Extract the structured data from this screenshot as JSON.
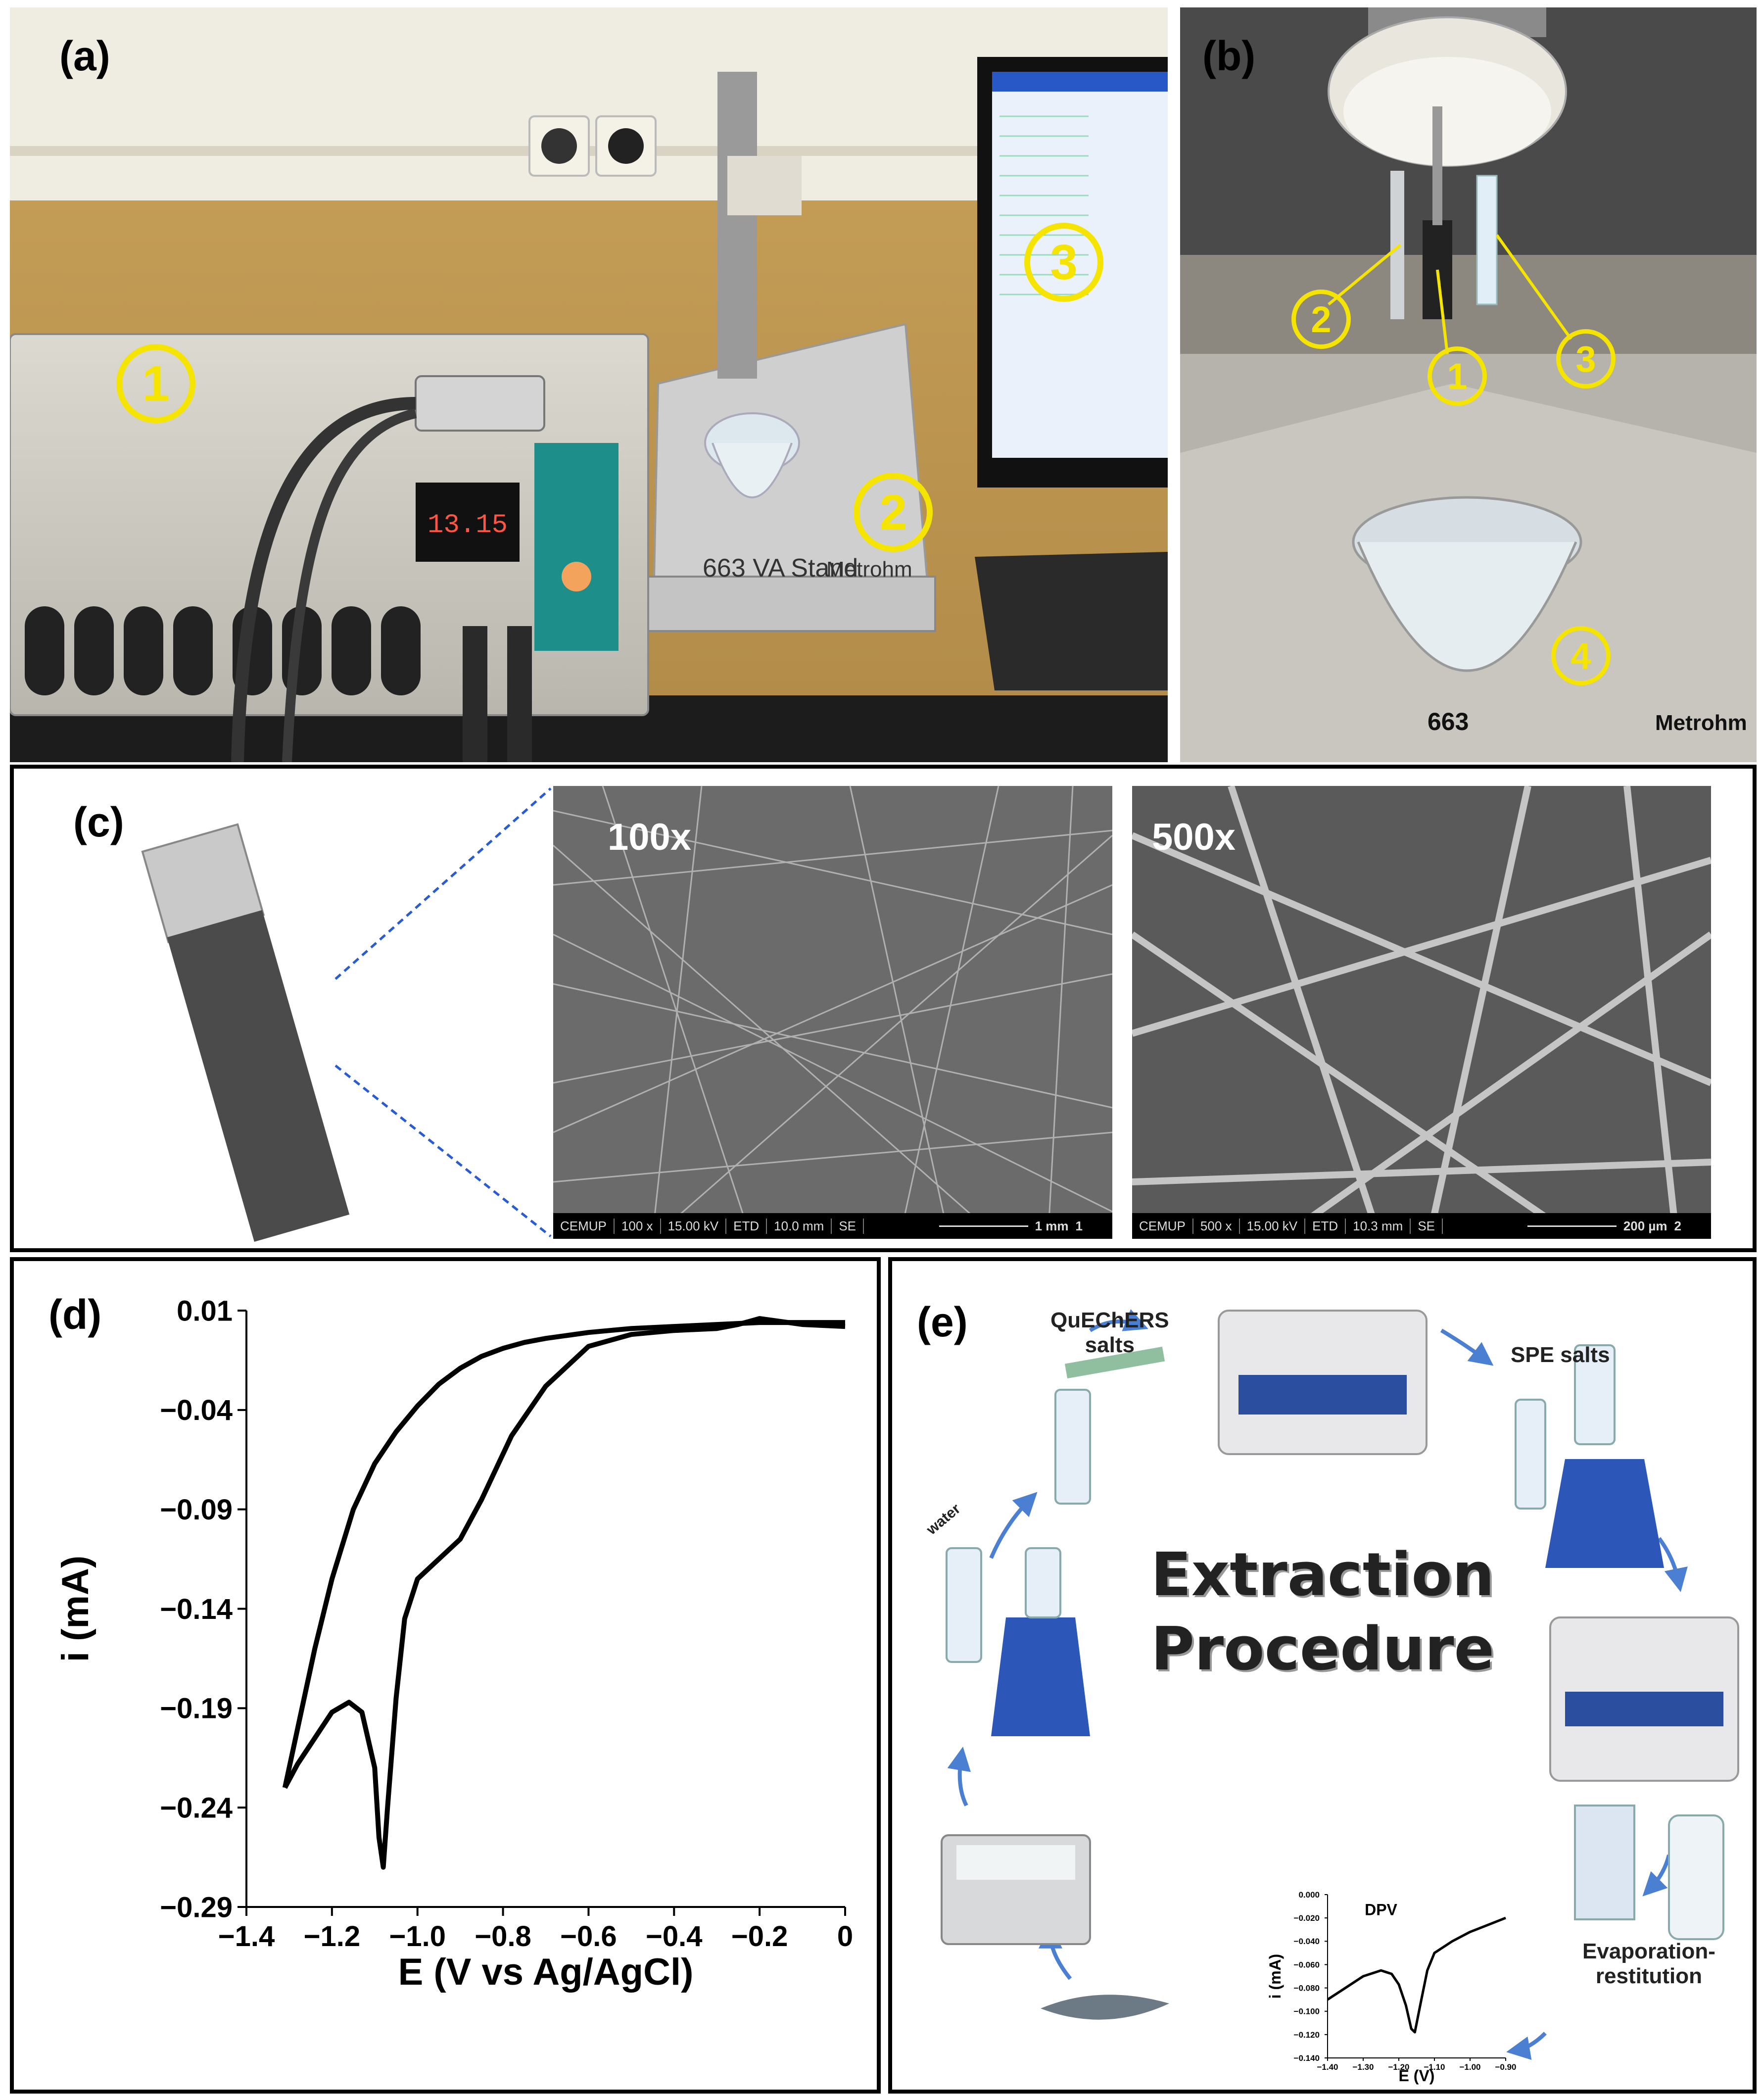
{
  "panels": {
    "a": {
      "label": "(a)",
      "callouts": [
        "1",
        "2",
        "3"
      ],
      "stand_text": "663  VA Stand",
      "brand": "Metrohm",
      "display": "13.15"
    },
    "b": {
      "label": "(b)",
      "callouts": [
        "1",
        "2",
        "3",
        "4"
      ],
      "stand_text": "663",
      "brand": "Metrohm"
    },
    "c": {
      "label": "(c)",
      "images": [
        {
          "mag_label": "100x",
          "bar": [
            "CEMUP",
            "100 x",
            "15.00 kV",
            "ETD",
            "10.0 mm",
            "SE"
          ],
          "scale": "1 mm",
          "index": "1"
        },
        {
          "mag_label": "500x",
          "bar": [
            "CEMUP",
            "500 x",
            "15.00 kV",
            "ETD",
            "10.3 mm",
            "SE"
          ],
          "scale": "200 µm",
          "index": "2"
        }
      ]
    },
    "d": {
      "label": "(d)"
    },
    "e": {
      "label": "(e)",
      "title_line1": "Extraction",
      "title_line2": "Procedure",
      "labels": {
        "quechers": "QuEChERS\nsalts",
        "spe": "SPE salts",
        "water": "water",
        "dpv": "DPV",
        "evap": "Evaporation-\nrestitution"
      }
    }
  },
  "chart_data": [
    {
      "type": "line",
      "title": "",
      "xlabel": "E (V vs Ag/AgCl)",
      "ylabel": "i (mA)",
      "xlim": [
        -1.4,
        0
      ],
      "ylim": [
        -0.29,
        0.01
      ],
      "xticks": [
        "-1.4",
        "-1.2",
        "-1.0",
        "-0.8",
        "-0.6",
        "-0.4",
        "-0.2",
        "0"
      ],
      "yticks": [
        "0.01",
        "-0.04",
        "-0.09",
        "-0.14",
        "-0.19",
        "-0.24",
        "-0.29"
      ],
      "grid": false,
      "series": [
        {
          "x": [
            0,
            -0.1,
            -0.2,
            -0.25,
            -0.3,
            -0.4,
            -0.5,
            -0.6,
            -0.7,
            -0.78,
            -0.85,
            -0.9,
            -0.95,
            -1.0,
            -1.03,
            -1.05,
            -1.07,
            -1.08,
            -1.09,
            -1.1,
            -1.13,
            -1.16,
            -1.2,
            -1.24,
            -1.28,
            -1.31
          ],
          "y": [
            0.002,
            0.003,
            0.006,
            0.003,
            0.001,
            0.0,
            -0.002,
            -0.008,
            -0.028,
            -0.053,
            -0.085,
            -0.105,
            -0.115,
            -0.125,
            -0.145,
            -0.185,
            -0.24,
            -0.27,
            -0.255,
            -0.22,
            -0.192,
            -0.187,
            -0.192,
            -0.205,
            -0.218,
            -0.23
          ]
        },
        {
          "x": [
            -1.31,
            -1.28,
            -1.24,
            -1.2,
            -1.15,
            -1.1,
            -1.05,
            -1.0,
            -0.95,
            -0.9,
            -0.85,
            -0.8,
            -0.75,
            -0.7,
            -0.6,
            -0.5,
            -0.4,
            -0.3,
            -0.2,
            -0.1,
            0
          ],
          "y": [
            -0.23,
            -0.2,
            -0.16,
            -0.125,
            -0.09,
            -0.067,
            -0.051,
            -0.038,
            -0.027,
            -0.019,
            -0.013,
            -0.009,
            -0.006,
            -0.004,
            -0.001,
            0.001,
            0.002,
            0.003,
            0.004,
            0.004,
            0.004
          ]
        }
      ]
    },
    {
      "type": "line",
      "title": "DPV",
      "xlabel": "E (V)",
      "ylabel": "i (mA)",
      "xlim": [
        -1.4,
        -0.9
      ],
      "ylim": [
        -0.14,
        0.0
      ],
      "xticks": [
        "-1.40",
        "-1.30",
        "-1.20",
        "-1.10",
        "-1.00",
        "-0.90"
      ],
      "yticks": [
        "0.000",
        "-0.020",
        "-0.040",
        "-0.060",
        "-0.080",
        "-0.100",
        "-0.120",
        "-0.140"
      ],
      "grid": false,
      "series": [
        {
          "x": [
            -1.4,
            -1.35,
            -1.3,
            -1.25,
            -1.22,
            -1.2,
            -1.18,
            -1.165,
            -1.155,
            -1.14,
            -1.12,
            -1.1,
            -1.05,
            -1.0,
            -0.95,
            -0.9
          ],
          "y": [
            -0.09,
            -0.08,
            -0.07,
            -0.065,
            -0.068,
            -0.077,
            -0.095,
            -0.115,
            -0.118,
            -0.095,
            -0.065,
            -0.05,
            -0.04,
            -0.032,
            -0.026,
            -0.02
          ]
        }
      ]
    }
  ]
}
